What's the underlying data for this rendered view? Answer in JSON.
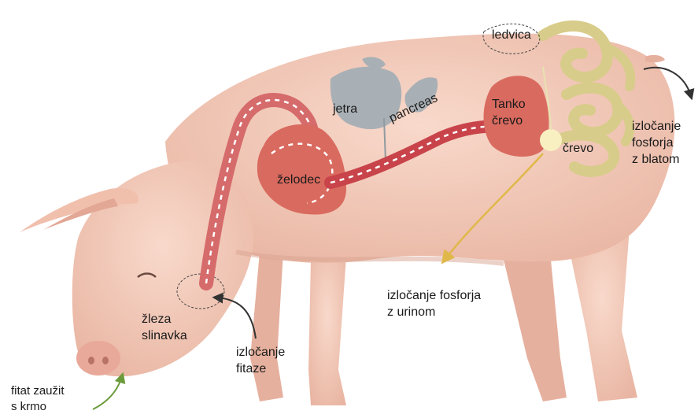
{
  "labels": {
    "ledvica": "ledvica",
    "jetra": "jetra",
    "pancreas": "pancreas",
    "tanko_crevo": "Tanko\nčrevo",
    "crevo": "črevo",
    "zelodec": "želodec",
    "zleza": "žleza\nslinavka",
    "izlocanje_fitaze": "izločanje\nfitaze",
    "izlocanje_urin": "izločanje fosforja\nz urinom",
    "izlocanje_blato": "izločanje\nfosforja\nz blatom",
    "fitat": "fitat zaužit\ns krmo"
  },
  "colors": {
    "pig_skin": "#f2c9b8",
    "pig_shadow": "#d9a492",
    "digestive_tract": "#c8444a",
    "stomach": "#d96a5f",
    "intestine": "#d8cc8a",
    "liver_pancreas": "#a9b0b5",
    "urine_arrow": "#e0b84a",
    "feed_arrow": "#6b9a3a",
    "dark_arrow": "#333333"
  }
}
